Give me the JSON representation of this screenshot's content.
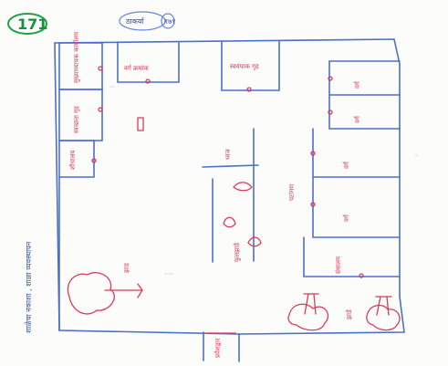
{
  "header": {
    "number": "171",
    "school_title_tag": "ठाकर्या",
    "school_title_no": "१७१",
    "left_title": "शाळेचा नकाशा , शाळा व्यवस्थापन"
  },
  "labels": {
    "room_top_left_1": "मुख्याध्यापक कार्यालय",
    "room_top_left_2": "स्वच्छता गृह",
    "room_top_middle": "वर्ग क्रमांक",
    "room_top_right": "स्वयंपाक गृह",
    "room_right_1": "वर्ग",
    "room_right_2": "वर्ग",
    "room_right_3": "वर्ग",
    "room_right_4": "वर्ग",
    "room_right_5": "ग्रंथालय",
    "center_label": "पटांगण",
    "flag_label": "ध्वज",
    "left_small_room": "शौचालय",
    "tree_label": "झाड",
    "gate_label": "प्रवेशद्वार",
    "bottom_right_tree": "झाडे",
    "plants_label": "फुलझाडे"
  },
  "colors": {
    "ink_blue": "#4b6fcf",
    "ink_red": "#d73b57",
    "ink_green": "#1f9f46"
  }
}
